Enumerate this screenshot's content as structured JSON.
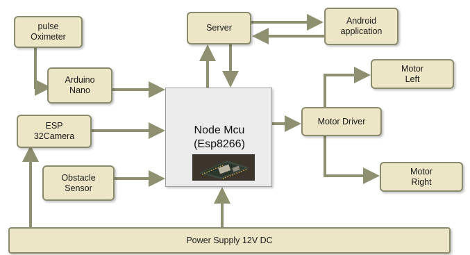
{
  "blocks": {
    "pulse_oximeter": "pulse\nOximeter",
    "arduino_nano": "Arduino\nNano",
    "esp32_camera": "ESP\n32Camera",
    "obstacle_sensor": "Obstacle\nSensor",
    "server": "Server",
    "android_app": "Android\napplication",
    "node_mcu": "Node Mcu\n(Esp8266)",
    "motor_driver": "Motor Driver",
    "motor_left": "Motor\nLeft",
    "motor_right": "Motor\nRight",
    "power_supply": "Power Supply 12V DC"
  },
  "colors": {
    "box_fill": "#ece6c6",
    "box_border": "#8a8a6c",
    "arrow": "#8e9070",
    "core_fill": "#ebebeb"
  }
}
